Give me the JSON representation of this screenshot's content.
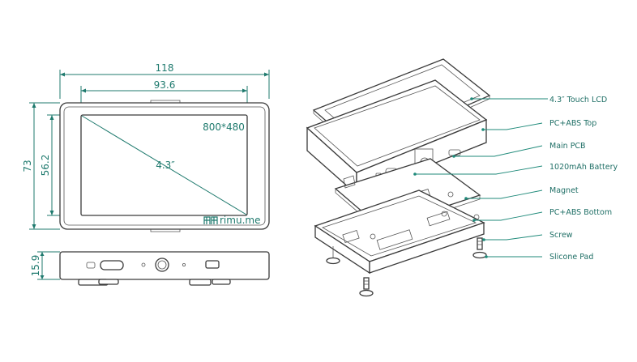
{
  "front_view": {
    "width_label": "118",
    "screen_width_label": "93.6",
    "height_label": "73",
    "screen_height_label": "56.2",
    "resolution_label": "800*480",
    "diagonal_label": "4.3″",
    "brand_logo_text": "rimu.me"
  },
  "side_view": {
    "depth_label": "15.9"
  },
  "exploded_view": {
    "labels": [
      "4.3″ Touch LCD",
      "PC+ABS Top",
      "Main PCB",
      "1020mAh Battery",
      "Magnet",
      "PC+ABS Bottom",
      "Screw",
      "Slicone Pad"
    ]
  },
  "colors": {
    "dimension": "#1f7a6e",
    "outline": "#3a3a3a",
    "label": "#1f6f66"
  }
}
